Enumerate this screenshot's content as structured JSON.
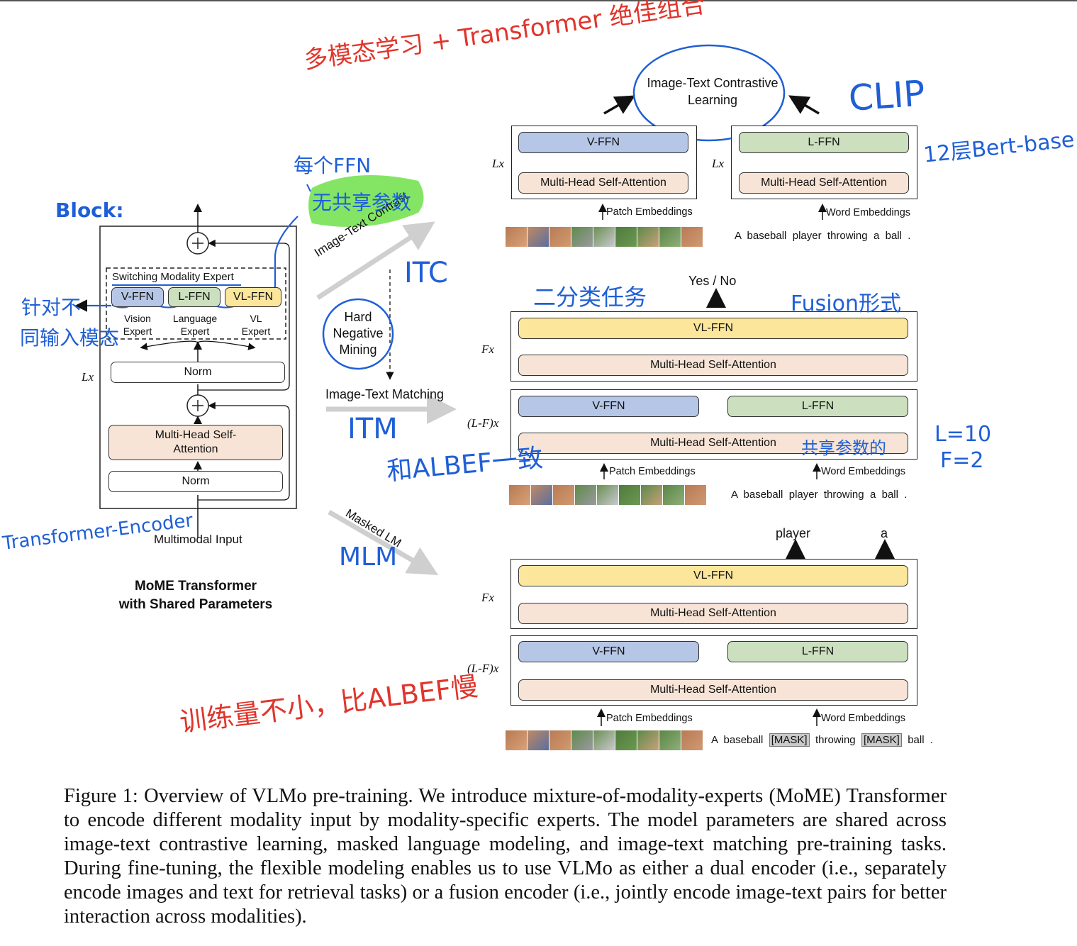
{
  "left_module": {
    "switching_label": "Switching Modality Expert",
    "vffn": "V-FFN",
    "lffn": "L-FFN",
    "vlffn": "VL-FFN",
    "vision_expert": "Vision Expert",
    "language_expert": "Language Expert",
    "vl_expert": "VL Expert",
    "norm": "Norm",
    "mhsa": "Multi-Head Self-Attention",
    "layers": "Lx",
    "input": "Multimodal Input",
    "title_line1": "MoME Transformer",
    "title_line2": "with Shared Parameters"
  },
  "tasks": {
    "itc": "Image-Text Contrast",
    "hard_negative": "Hard Negative Mining",
    "itm": "Image-Text Matching",
    "mlm": "Masked LM"
  },
  "itc_panel": {
    "contrastive": "Image-Text Contrastive Learning",
    "vffn": "V-FFN",
    "lffn": "L-FFN",
    "mhsa": "Multi-Head Self-Attention",
    "layers_left": "Lx",
    "layers_right": "Lx",
    "patch": "Patch Embeddings",
    "word": "Word Embeddings",
    "sentence": "A  baseball  player  throwing  a  ball  ."
  },
  "itm_panel": {
    "output": "Yes / No",
    "vlffn": "VL-FFN",
    "mhsa_top": "Multi-Head Self-Attention",
    "vffn": "V-FFN",
    "lffn": "L-FFN",
    "mhsa_bottom": "Multi-Head Self-Attention",
    "fx": "Fx",
    "lfx": "(L-F)x",
    "patch": "Patch Embeddings",
    "word": "Word Embeddings",
    "sentence": "A  baseball  player  throwing  a  ball  ."
  },
  "mlm_panel": {
    "out1": "player",
    "out2": "a",
    "vlffn": "VL-FFN",
    "mhsa_top": "Multi-Head Self-Attention",
    "vffn": "V-FFN",
    "lffn": "L-FFN",
    "mhsa_bottom": "Multi-Head Self-Attention",
    "fx": "Fx",
    "lfx": "(L-F)x",
    "patch": "Patch Embeddings",
    "word": "Word Embeddings",
    "s1": "A  baseball",
    "mask": "[MASK]",
    "s2": "throwing",
    "s3": "ball  ."
  },
  "annotations": {
    "top_red": "多模态学习 + Transformer 绝佳组合",
    "block": "Block:",
    "each_ffn": "每个FFN",
    "no_shared": "无共享参数",
    "targeting_1": "针对不",
    "targeting_2": "同输入模态",
    "transformer_encoder": "Transformer-Encoder",
    "clip": "CLIP",
    "bert_base": "12层Bert-base",
    "itc_short": "ITC",
    "binary_task": "二分类任务",
    "fusion": "Fusion形式",
    "itm_short": "ITM",
    "same_albef": "和ALBEF一致",
    "shared_params": "共享参数的",
    "l10": "L=10",
    "f2": "F=2",
    "mlm_short": "MLM",
    "training_cost": "训练量不小，比ALBEF慢"
  },
  "caption": "Figure 1: Overview of VLMo pre-training. We introduce mixture-of-modality-experts (MoME) Transformer to encode different modality input by modality-specific experts. The model parameters are shared across image-text contrastive learning, masked language modeling, and image-text matching pre-training tasks. During fine-tuning, the flexible modeling enables us to use VLMo as either a dual encoder (i.e., separately encode images and text for retrieval tasks) or a fusion encoder (i.e., jointly encode image-text pairs for better interaction across modalities).",
  "colors": {
    "mhsa": "#f7e4d6",
    "vffn": "#b6c6e6",
    "lffn": "#cce0bf",
    "vlffn": "#fbe69c",
    "annotation_red": "#e0352b",
    "annotation_blue": "#1f5fd6",
    "highlight_green": "#6fe04a"
  }
}
